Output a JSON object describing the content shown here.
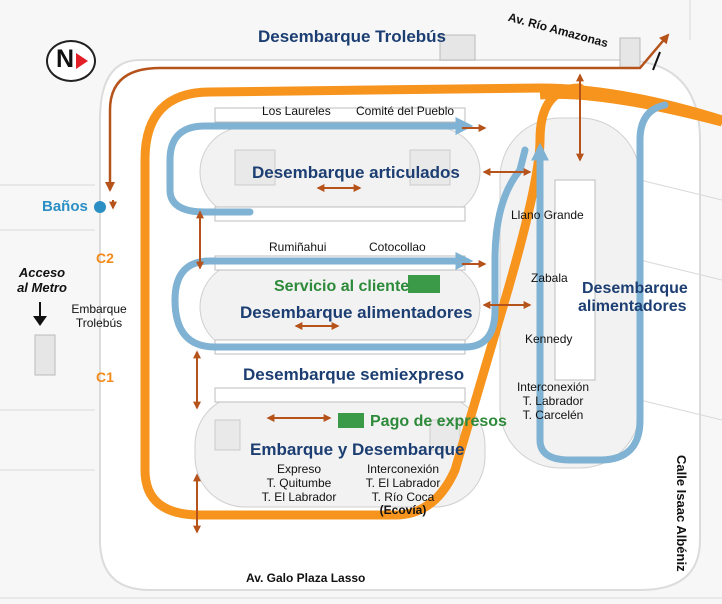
{
  "labels": {
    "trolebus_drop": "Desembarque Trolebús",
    "articulados_drop": "Desembarque articulados",
    "alimentadores_drop": "Desembarque alimentadores",
    "semiexpreso_drop": "Desembarque semiexpreso",
    "embarque_desembarque": "Embarque y Desembarque",
    "alimentadores_right_1": "Desembarque",
    "alimentadores_right_2": "alimentadores",
    "servicio_cliente": "Servicio al cliente",
    "pago_expresos": "Pago de expresos",
    "banos": "Baños",
    "acceso_metro_1": "Acceso",
    "acceso_metro_2": "al Metro",
    "embarque_trolebus_1": "Embarque",
    "embarque_trolebus_2": "Trolebús",
    "c2": "C2",
    "c1": "C1",
    "compass_letter": "N"
  },
  "stops": {
    "los_laureles": "Los Laureles",
    "comite_del_pueblo": "Comité del Pueblo",
    "rumiñahui": "Rumiñahui",
    "cotocollao": "Cotocollao",
    "llano_grande": "Llano Grande",
    "zabala": "Zabala",
    "kennedy": "Kennedy",
    "interconexion_right": [
      "Interconexión",
      "T. Labrador",
      "T. Carcelén"
    ],
    "expreso": [
      "Expreso",
      "T. Quitumbe",
      "T. El Labrador"
    ],
    "interconexion_bottom": [
      "Interconexión",
      "T. El Labrador",
      "T. Río Coca",
      "(Ecovía)"
    ]
  },
  "streets": {
    "rio_amazonas": "Av. Río Amazonas",
    "galo_plaza": "Av. Galo Plaza Lasso",
    "isaac_albeniz": "Calle Isaac Albéniz"
  },
  "colors": {
    "orange_route": "#f7941d",
    "brown_route": "#b5531b",
    "blue_route": "#7fb2d3",
    "title_navy": "#1c3e72",
    "green_box": "#3b9a48",
    "banos_dot": "#2b8fc4",
    "compass_red": "#e21f26"
  }
}
